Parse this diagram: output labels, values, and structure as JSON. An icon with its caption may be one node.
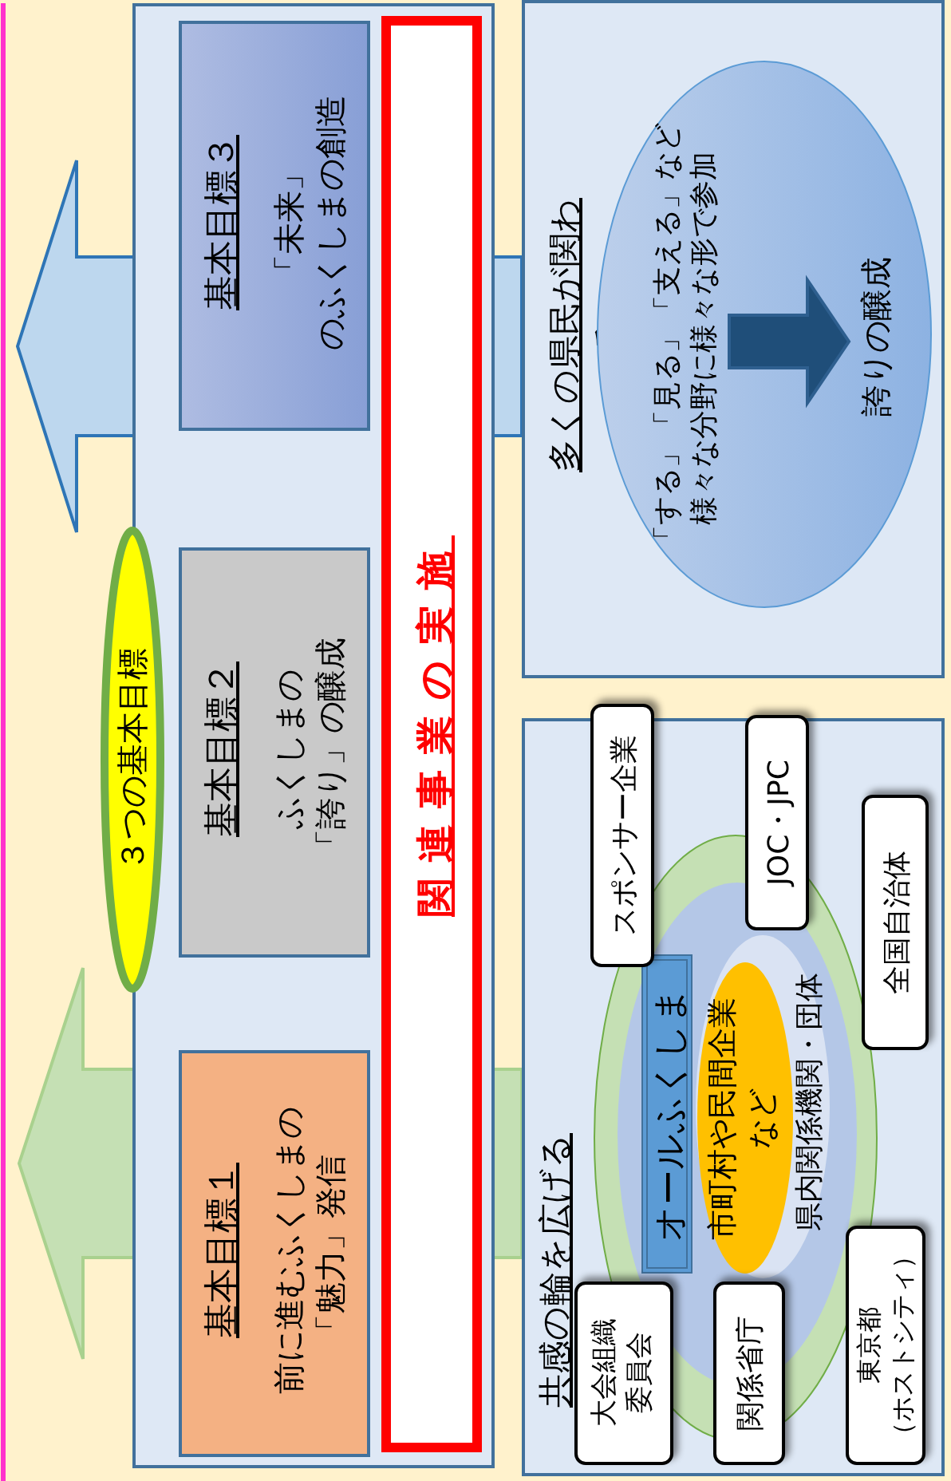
{
  "diagram": {
    "nodes": [
      {
        "text": [
          "３つの基本目標"
        ]
      },
      {
        "text": [],
        "shape": "box"
      },
      {
        "text": [
          "基本目標１",
          "前に進むふくしまの「魅力」発信"
        ],
        "in": 1
      },
      {
        "text": [
          "基本目標２",
          "ふくしまの「誇り」の醸成"
        ],
        "in": 1
      },
      {
        "text": [
          "基本目標３",
          "「未来」のふくしまの創造"
        ],
        "in": 1
      },
      {
        "text": [
          "関連事業の実施"
        ],
        "in": 1
      },
      {
        "text": [
          "共感の輪を広げる"
        ]
      },
      {
        "text": [],
        "shape": "ellipse",
        "in": 6
      },
      {
        "text": [],
        "shape": "ellipse",
        "in": 7
      },
      {
        "text": [
          "県内関係機関・団体"
        ],
        "in": 8
      },
      {
        "text": [
          "市町村や民間企業など"
        ],
        "in": 9
      },
      {
        "text": [
          "オールふくしま"
        ],
        "in": 8
      },
      {
        "text": [
          "スポンサー企業"
        ],
        "in": 6
      },
      {
        "text": [
          "JOC・JPC"
        ],
        "in": 6
      },
      {
        "text": [
          "全国自治体"
        ],
        "in": 6
      },
      {
        "text": [
          "大会組織委員会"
        ],
        "in": 6
      },
      {
        "text": [
          "関係省庁"
        ],
        "in": 6
      },
      {
        "text": [
          "東京都（ホストシティ）"
        ],
        "in": 6
      },
      {
        "text": [
          "多くの県民が関わる"
        ]
      },
      {
        "text": [],
        "shape": "ellipse",
        "in": 18
      },
      {
        "text": [
          "「する」「見る」「支える」など様々な分野に様々な形で参加"
        ],
        "in": 19
      },
      {
        "text": [
          "誇りの醸成"
        ],
        "in": 19
      }
    ],
    "edges": [
      {
        "from": 6,
        "to": null,
        "arrow": "to",
        "color": "#c5e0b4"
      },
      {
        "from": 18,
        "to": null,
        "arrow": "to",
        "color": "#bdd7ee"
      },
      {
        "from": 20,
        "to": 21,
        "arrow": "to",
        "color": "#1f4e79"
      }
    ]
  }
}
